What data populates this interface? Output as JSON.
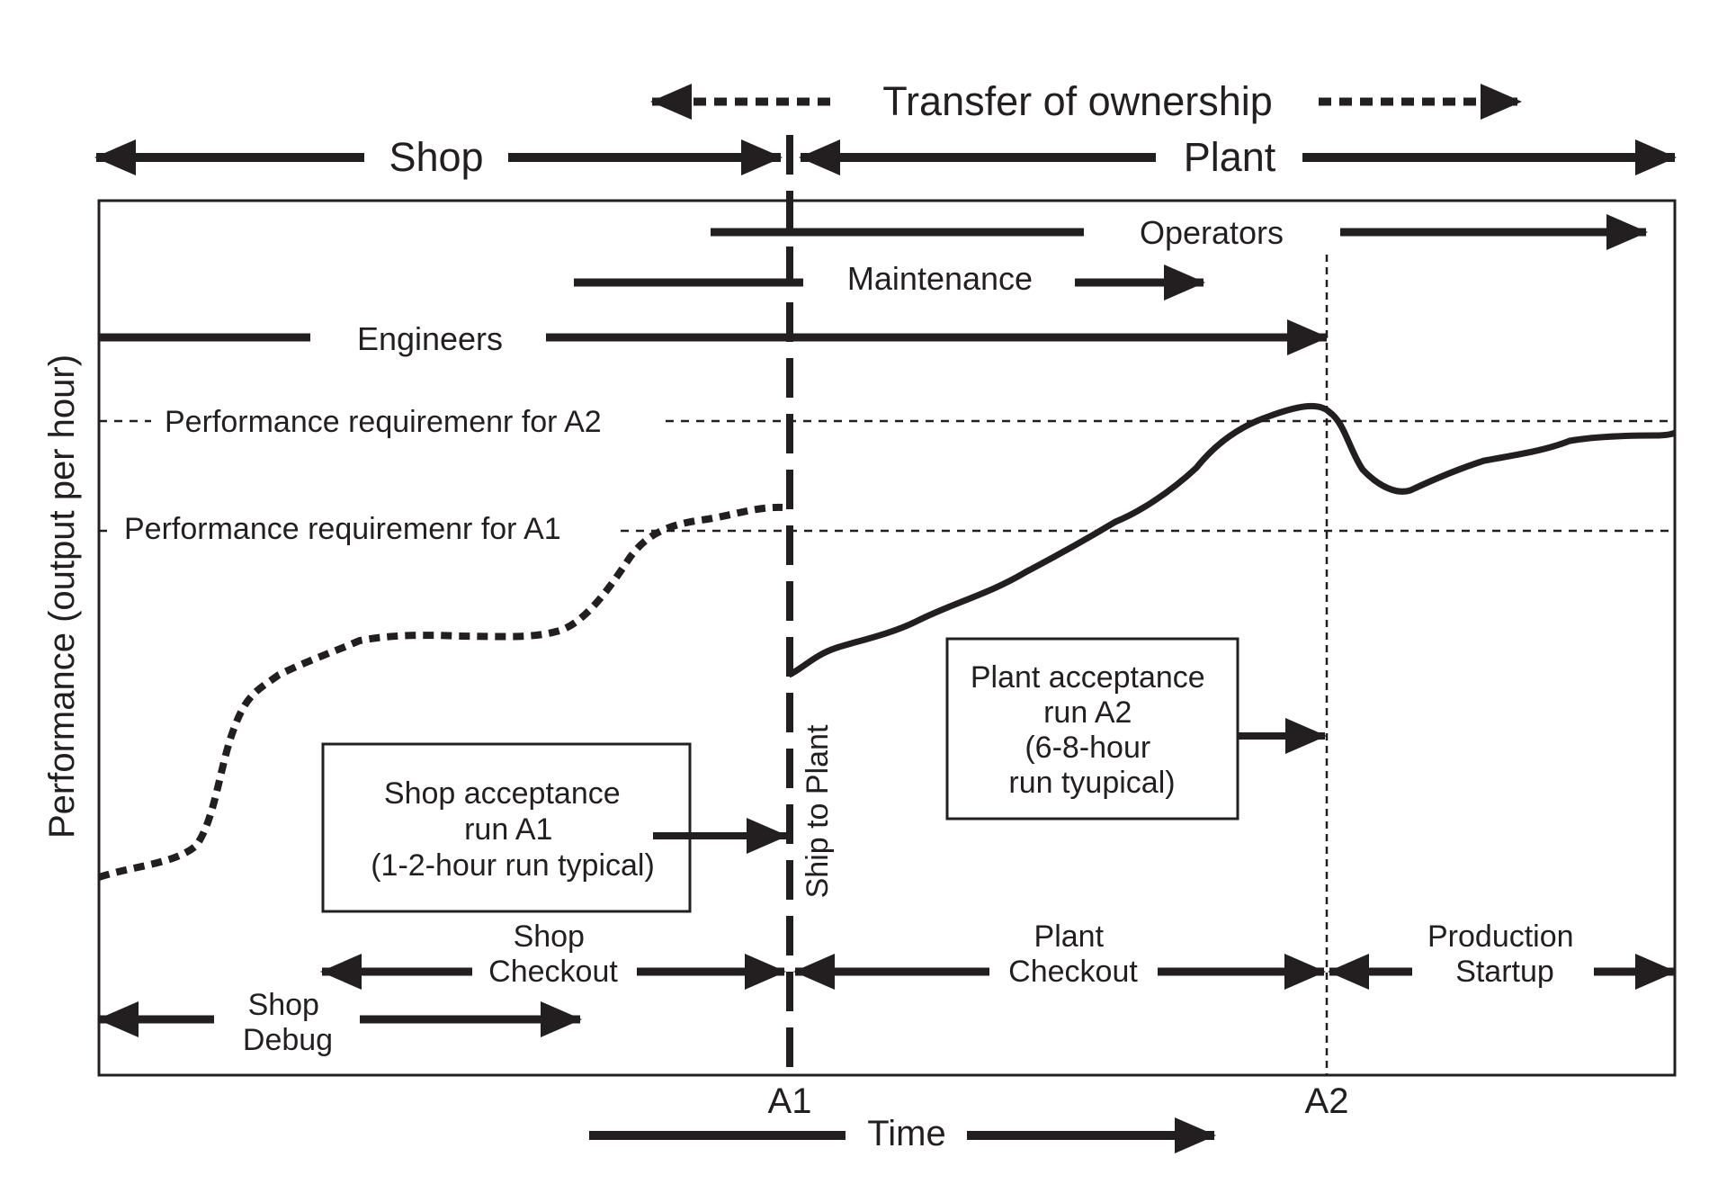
{
  "header": {
    "transfer": "Transfer of ownership",
    "shop": "Shop",
    "plant": "Plant"
  },
  "roles": {
    "operators": "Operators",
    "maintenance": "Maintenance",
    "engineers": "Engineers"
  },
  "requirements": {
    "a2": "Performance requiremenr for A2",
    "a1": "Performance requiremenr for A1"
  },
  "boxes": {
    "shop_acceptance": [
      "Shop acceptance",
      "run A1",
      "(1-2-hour run typical)"
    ],
    "plant_acceptance": [
      "Plant acceptance",
      "run A2",
      "(6-8-hour",
      "run tyupical)"
    ]
  },
  "ship_to_plant": "Ship to Plant",
  "phases": {
    "shop_checkout": [
      "Shop",
      "Checkout"
    ],
    "shop_debug": [
      "Shop",
      "Debug"
    ],
    "plant_checkout": [
      "Plant",
      "Checkout"
    ],
    "production_startup": [
      "Production",
      "Startup"
    ]
  },
  "axis": {
    "y_label": "Performance (output per hour)",
    "x_label": "Time",
    "milestones": [
      "A1",
      "A2"
    ]
  },
  "colors": {
    "ink": "#231f20",
    "background": "#ffffff"
  }
}
